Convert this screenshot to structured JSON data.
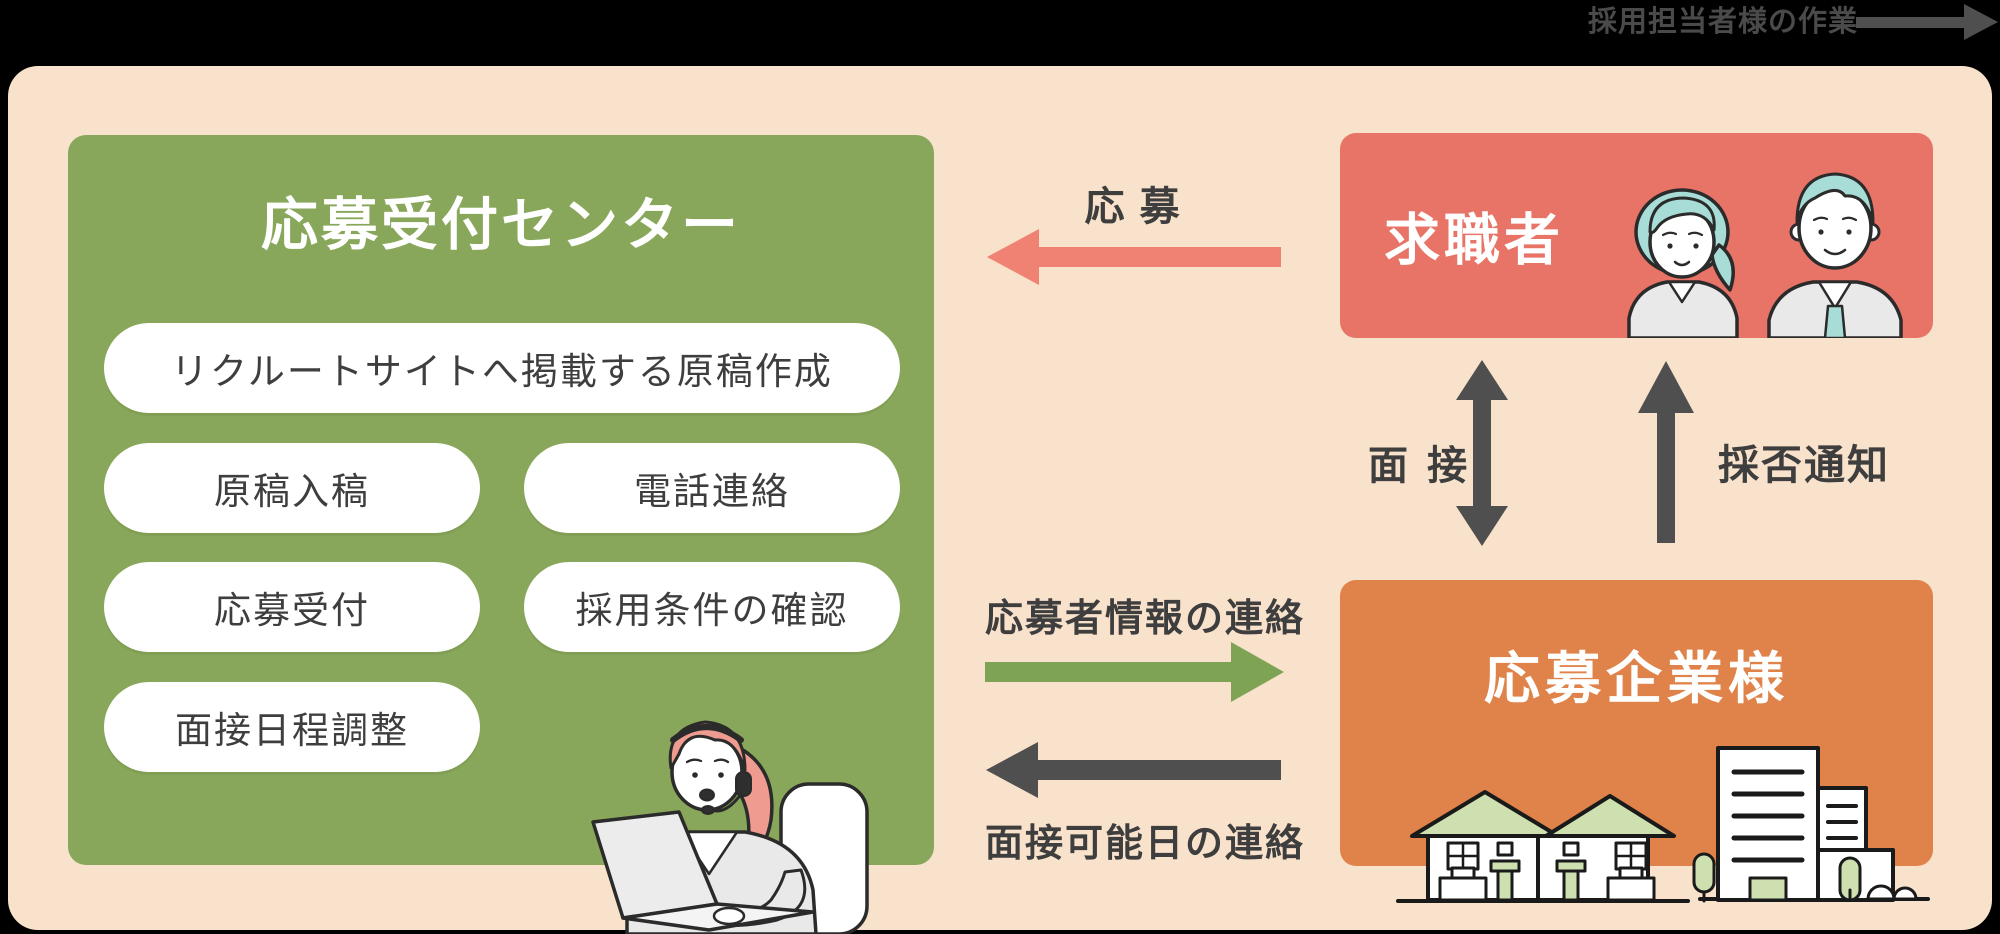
{
  "header": {
    "task_flow_label": "採用担当者様の作業"
  },
  "reception_center": {
    "title": "応募受付センター",
    "tasks": [
      "リクルートサイトへ掲載する原稿作成",
      "原稿入稿",
      "電話連絡",
      "応募受付",
      "採用条件の確認",
      "面接日程調整"
    ]
  },
  "job_seeker": {
    "title": "求職者"
  },
  "applicant_company": {
    "title": "応募企業様"
  },
  "arrows": {
    "apply": "応 募",
    "interview": "面 接",
    "hiring_decision": "採否通知",
    "applicant_info": "応募者情報の連絡",
    "interview_availability": "面接可能日の連絡"
  },
  "colors": {
    "canvas-bg": "#000000",
    "panel-bg": "#f8e2cb",
    "green-box": "#88a75a",
    "green-arrow": "#7fa355",
    "red-box": "#e87467",
    "red-arrow": "#ef8272",
    "orange-box": "#e0834a",
    "dark-arrow": "#4f4f4f",
    "header-text": "#4a4a4a",
    "label-text": "#3e3e3e",
    "pill-bg": "#ffffff",
    "illustration-teal": "#a8dcd6",
    "illustration-pink": "#ef9b90",
    "illustration-green": "#cfe0b0",
    "illustration-gray": "#e9e9e9",
    "outline": "#2b2b2b"
  }
}
